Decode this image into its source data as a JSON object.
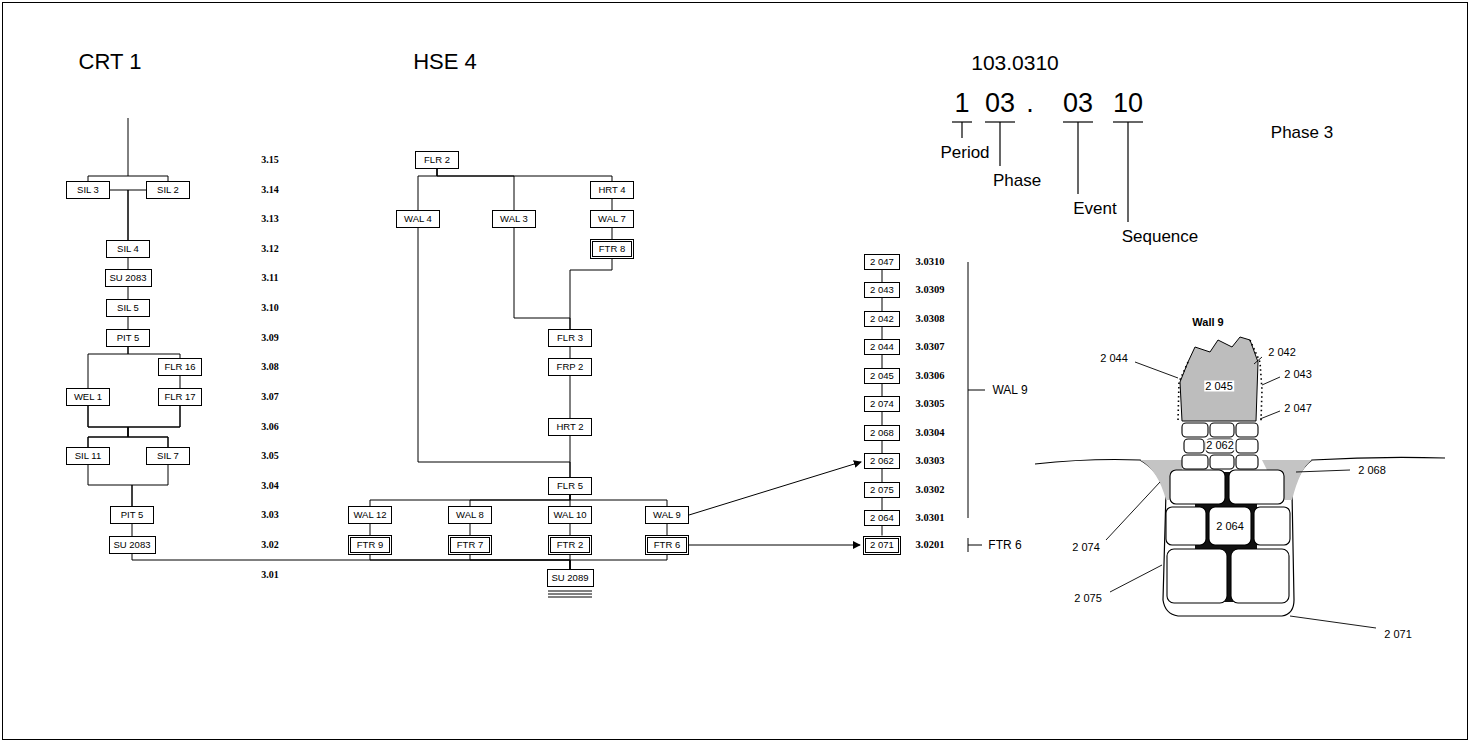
{
  "diagram": {
    "nodes": [
      {
        "text": [
          "SIL 3"
        ]
      },
      {
        "text": [
          "SIL 2"
        ]
      },
      {
        "text": [
          "SIL 4"
        ]
      },
      {
        "text": [
          "SU 2083"
        ]
      },
      {
        "text": [
          "SIL 5"
        ]
      },
      {
        "text": [
          "PIT 5"
        ]
      },
      {
        "text": [
          "FLR 16"
        ]
      },
      {
        "text": [
          "WEL 1"
        ]
      },
      {
        "text": [
          "FLR 17"
        ]
      },
      {
        "text": [
          "SIL 11"
        ]
      },
      {
        "text": [
          "SIL 7"
        ]
      },
      {
        "text": [
          "PIT 5"
        ]
      },
      {
        "text": [
          "SU 2083"
        ]
      },
      {
        "text": [
          "FLR 2"
        ]
      },
      {
        "text": [
          "WAL 4"
        ]
      },
      {
        "text": [
          "WAL 3"
        ]
      },
      {
        "text": [
          "HRT 4"
        ]
      },
      {
        "text": [
          "WAL 7"
        ]
      },
      {
        "text": [
          "FTR 8"
        ]
      },
      {
        "text": [
          "FLR 3"
        ]
      },
      {
        "text": [
          "FRP 2"
        ]
      },
      {
        "text": [
          "HRT 2"
        ]
      },
      {
        "text": [
          "FLR 5"
        ]
      },
      {
        "text": [
          "WAL 12"
        ]
      },
      {
        "text": [
          "WAL 8"
        ]
      },
      {
        "text": [
          "WAL 10"
        ]
      },
      {
        "text": [
          "WAL 9"
        ]
      },
      {
        "text": [
          "FTR 9"
        ]
      },
      {
        "text": [
          "FTR 7"
        ]
      },
      {
        "text": [
          "FTR 2"
        ]
      },
      {
        "text": [
          "FTR 6"
        ]
      },
      {
        "text": [
          "SU 2089"
        ]
      },
      {
        "text": [
          "2 047"
        ]
      },
      {
        "text": [
          "2 043"
        ]
      },
      {
        "text": [
          "2 042"
        ]
      },
      {
        "text": [
          "2 044"
        ]
      },
      {
        "text": [
          "2 045"
        ]
      },
      {
        "text": [
          "2 074"
        ]
      },
      {
        "text": [
          "2 068"
        ]
      },
      {
        "text": [
          "2 062"
        ]
      },
      {
        "text": [
          "2 075"
        ]
      },
      {
        "text": [
          "2 064"
        ]
      },
      {
        "text": [
          "2 071"
        ]
      }
    ],
    "edges": [
      {
        "from": 0,
        "to": 2,
        "arrow": "none"
      },
      {
        "from": 1,
        "to": 2,
        "arrow": "none"
      },
      {
        "from": 2,
        "to": 3,
        "arrow": "none"
      },
      {
        "from": 3,
        "to": 4,
        "arrow": "none"
      },
      {
        "from": 4,
        "to": 5,
        "arrow": "none"
      },
      {
        "from": 5,
        "to": 6,
        "arrow": "none"
      },
      {
        "from": 5,
        "to": 7,
        "arrow": "none"
      },
      {
        "from": 6,
        "to": 8,
        "arrow": "none"
      },
      {
        "from": 7,
        "to": 9,
        "arrow": "none"
      },
      {
        "from": 7,
        "to": 10,
        "arrow": "none"
      },
      {
        "from": 8,
        "to": 9,
        "arrow": "none"
      },
      {
        "from": 8,
        "to": 10,
        "arrow": "none"
      },
      {
        "from": 9,
        "to": 11,
        "arrow": "none"
      },
      {
        "from": 10,
        "to": 11,
        "arrow": "none"
      },
      {
        "from": 11,
        "to": 12,
        "arrow": "none"
      },
      {
        "from": 12,
        "to": 31,
        "arrow": "none"
      },
      {
        "from": 13,
        "to": 14,
        "arrow": "none"
      },
      {
        "from": 13,
        "to": 15,
        "arrow": "none"
      },
      {
        "from": 13,
        "to": 16,
        "arrow": "none"
      },
      {
        "from": 16,
        "to": 17,
        "arrow": "none"
      },
      {
        "from": 17,
        "to": 18,
        "arrow": "none"
      },
      {
        "from": 18,
        "to": 19,
        "arrow": "none"
      },
      {
        "from": 15,
        "to": 19,
        "arrow": "none"
      },
      {
        "from": 19,
        "to": 20,
        "arrow": "none"
      },
      {
        "from": 20,
        "to": 21,
        "arrow": "none"
      },
      {
        "from": 21,
        "to": 22,
        "arrow": "none"
      },
      {
        "from": 14,
        "to": 22,
        "arrow": "none"
      },
      {
        "from": 22,
        "to": 23,
        "arrow": "none"
      },
      {
        "from": 22,
        "to": 24,
        "arrow": "none"
      },
      {
        "from": 22,
        "to": 25,
        "arrow": "none"
      },
      {
        "from": 22,
        "to": 26,
        "arrow": "none"
      },
      {
        "from": 23,
        "to": 27,
        "arrow": "none"
      },
      {
        "from": 24,
        "to": 28,
        "arrow": "none"
      },
      {
        "from": 25,
        "to": 29,
        "arrow": "none"
      },
      {
        "from": 26,
        "to": 30,
        "arrow": "none"
      },
      {
        "from": 27,
        "to": 31,
        "arrow": "none"
      },
      {
        "from": 28,
        "to": 31,
        "arrow": "none"
      },
      {
        "from": 29,
        "to": 31,
        "arrow": "none"
      },
      {
        "from": 30,
        "to": 31,
        "arrow": "none"
      },
      {
        "from": 26,
        "to": 39,
        "arrow": "to"
      },
      {
        "from": 30,
        "to": 42,
        "arrow": "to"
      },
      {
        "from": 32,
        "to": 33,
        "arrow": "none"
      },
      {
        "from": 33,
        "to": 34,
        "arrow": "none"
      },
      {
        "from": 34,
        "to": 35,
        "arrow": "none"
      },
      {
        "from": 35,
        "to": 36,
        "arrow": "none"
      },
      {
        "from": 36,
        "to": 37,
        "arrow": "none"
      },
      {
        "from": 37,
        "to": 38,
        "arrow": "none"
      },
      {
        "from": 38,
        "to": 39,
        "arrow": "none"
      },
      {
        "from": 39,
        "to": 40,
        "arrow": "none"
      },
      {
        "from": 40,
        "to": 41,
        "arrow": "none"
      },
      {
        "from": 41,
        "to": 42,
        "arrow": "none"
      }
    ],
    "labels": [
      "CRT 1",
      "HSE 4",
      "3.15",
      "3.14",
      "3.13",
      "3.12",
      "3.11",
      "3.10",
      "3.09",
      "3.08",
      "3.07",
      "3.06",
      "3.05",
      "3.04",
      "3.03",
      "3.02",
      "3.01",
      "103.0310",
      "1",
      "03",
      ".",
      "03",
      "10",
      "Period",
      "Phase",
      "Event",
      "Sequence",
      "Phase 3",
      "3.0310",
      "3.0309",
      "3.0308",
      "3.0307",
      "3.0306",
      "3.0305",
      "3.0304",
      "3.0303",
      "3.0302",
      "3.0301",
      "3.0201",
      "WAL 9",
      "FTR 6",
      "Wall 9",
      "2 042",
      "2 043",
      "2 044",
      "2 045",
      "2 047",
      "2 062",
      "2 064",
      "2 068",
      "2 071",
      "2 074",
      "2 075"
    ]
  }
}
